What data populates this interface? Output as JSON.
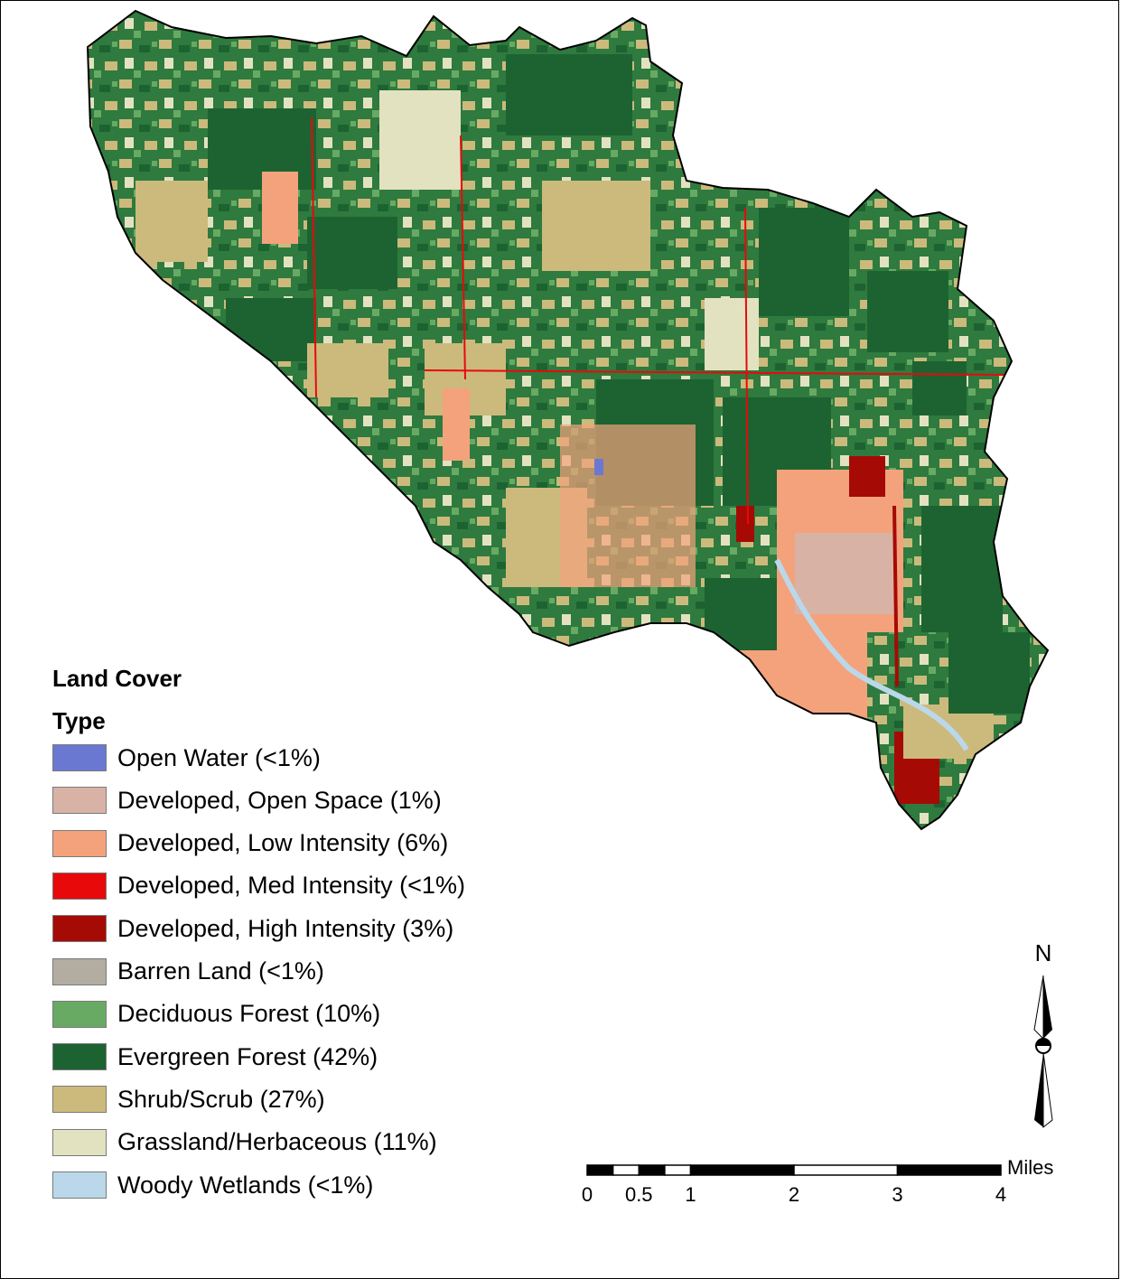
{
  "legend": {
    "title_line1": "Land Cover",
    "title_line2": "Type",
    "items": [
      {
        "label": "Open Water (<1%)",
        "color": "#6b78d2"
      },
      {
        "label": "Developed, Open Space (1%)",
        "color": "#d8b3a5"
      },
      {
        "label": "Developed, Low Intensity (6%)",
        "color": "#f4a27c"
      },
      {
        "label": "Developed, Med Intensity (<1%)",
        "color": "#e8090b"
      },
      {
        "label": "Developed, High Intensity (3%)",
        "color": "#a60a05"
      },
      {
        "label": "Barren Land (<1%)",
        "color": "#b3aca1"
      },
      {
        "label": "Deciduous Forest (10%)",
        "color": "#68aa63"
      },
      {
        "label": "Evergreen Forest (42%)",
        "color": "#1c6331"
      },
      {
        "label": "Shrub/Scrub (27%)",
        "color": "#ccba7c"
      },
      {
        "label": "Grassland/Herbaceous (11%)",
        "color": "#e2e2c1"
      },
      {
        "label": "Woody Wetlands (<1%)",
        "color": "#bad8ea"
      }
    ]
  },
  "north_arrow": {
    "label": "N"
  },
  "scale_bar": {
    "unit": "Miles",
    "ticks": [
      "0",
      "0.5",
      "1",
      "2",
      "3",
      "4"
    ]
  }
}
